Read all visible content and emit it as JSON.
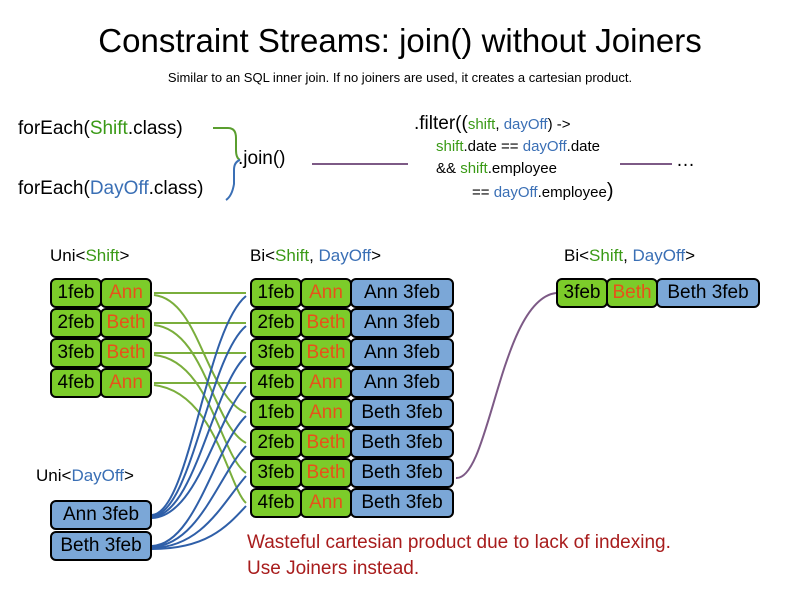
{
  "title": "Constraint Streams: join() without Joiners",
  "subtitle": "Similar to an SQL inner join. If no joiners are used, it creates a cartesian product.",
  "colors": {
    "green_box": "#7ccc2a",
    "blue_box": "#7ba7d7",
    "shift_green_text": "#3a9a16",
    "dayoff_blue_text": "#3a6fb5",
    "employee_orange": "#e8521a",
    "warning_red": "#a81c1c",
    "connector_purple": "#7d5a86"
  },
  "code": {
    "foreach_shift": {
      "prefix": "forEach(",
      "type": "Shift",
      "suffix": ".class)"
    },
    "foreach_dayoff": {
      "prefix": "forEach(",
      "type": "DayOff",
      "suffix": ".class)"
    },
    "join_label": ".join()",
    "ellipsis": "…",
    "filter": {
      "line1": {
        "a": ".filter((",
        "shift": "shift",
        "comma": ", ",
        "dayoff": "dayOff",
        "b": ") ->"
      },
      "line2": {
        "shift": "shift",
        "mid": ".date == ",
        "dayoff": "dayOff",
        "end": ".date"
      },
      "line3": {
        "a": "&& ",
        "shift": "shift",
        "end": ".employee"
      },
      "line4": {
        "a": "== ",
        "dayoff": "dayOff",
        "end": ".employee",
        "paren": ")"
      }
    }
  },
  "headers": {
    "uni_shift": {
      "a": "Uni<",
      "type": "Shift",
      "b": ">"
    },
    "bi_mid": {
      "a": "Bi<",
      "t1": "Shift",
      "comma": ", ",
      "t2": "DayOff",
      "b": ">"
    },
    "bi_right": {
      "a": "Bi<",
      "t1": "Shift",
      "comma": ", ",
      "t2": "DayOff",
      "b": ">"
    },
    "uni_dayoff": {
      "a": "Uni<",
      "type": "DayOff",
      "b": ">"
    }
  },
  "shift_stream": [
    {
      "date": "1feb",
      "employee": "Ann"
    },
    {
      "date": "2feb",
      "employee": "Beth"
    },
    {
      "date": "3feb",
      "employee": "Beth"
    },
    {
      "date": "4feb",
      "employee": "Ann"
    }
  ],
  "dayoff_stream": [
    {
      "label": "Ann 3feb"
    },
    {
      "label": "Beth 3feb"
    }
  ],
  "cartesian_product": [
    {
      "date": "1feb",
      "employee": "Ann",
      "dayoff": "Ann 3feb"
    },
    {
      "date": "2feb",
      "employee": "Beth",
      "dayoff": "Ann 3feb"
    },
    {
      "date": "3feb",
      "employee": "Beth",
      "dayoff": "Ann 3feb"
    },
    {
      "date": "4feb",
      "employee": "Ann",
      "dayoff": "Ann 3feb"
    },
    {
      "date": "1feb",
      "employee": "Ann",
      "dayoff": "Beth 3feb"
    },
    {
      "date": "2feb",
      "employee": "Beth",
      "dayoff": "Beth 3feb"
    },
    {
      "date": "3feb",
      "employee": "Beth",
      "dayoff": "Beth 3feb"
    },
    {
      "date": "4feb",
      "employee": "Ann",
      "dayoff": "Beth 3feb"
    }
  ],
  "result": [
    {
      "date": "3feb",
      "employee": "Beth",
      "dayoff": "Beth 3feb"
    }
  ],
  "warning": {
    "line1": "Wasteful cartesian product due to lack of indexing.",
    "line2": "Use Joiners instead."
  }
}
